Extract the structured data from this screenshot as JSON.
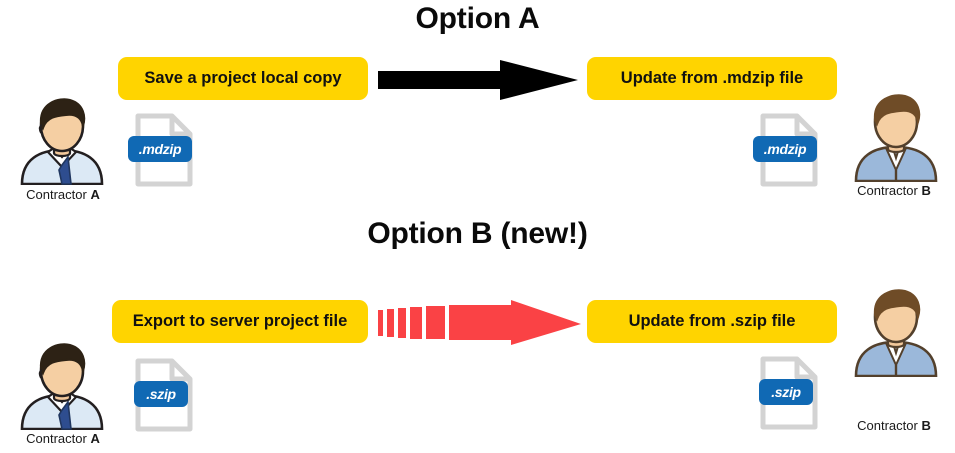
{
  "diagram": {
    "background_color": "#ffffff",
    "accent_yellow": "#ffd400",
    "accent_red": "#fa4245",
    "accent_black": "#000000",
    "badge_blue": "#1069b4"
  },
  "sections": [
    {
      "id": "option-a",
      "title": "Option A",
      "left_person": {
        "name_prefix": "Contractor ",
        "name_suffix": "A"
      },
      "right_person": {
        "name_prefix": "Contractor ",
        "name_suffix": "B"
      },
      "left_box_label": "Save a project local copy",
      "right_box_label": "Update from .mdzip file",
      "left_file_label": ".mdzip",
      "right_file_label": ".mdzip",
      "arrow_style": "solid",
      "arrow_color": "#000000"
    },
    {
      "id": "option-b",
      "title": "Option B (new!)",
      "left_person": {
        "name_prefix": "Contractor ",
        "name_suffix": "A"
      },
      "right_person": {
        "name_prefix": "Contractor ",
        "name_suffix": "B"
      },
      "left_box_label": "Export to server project file",
      "right_box_label": "Update from .szip file",
      "left_file_label": ".szip",
      "right_file_label": ".szip",
      "arrow_style": "dashed-tapered",
      "arrow_color": "#fa4245"
    }
  ]
}
